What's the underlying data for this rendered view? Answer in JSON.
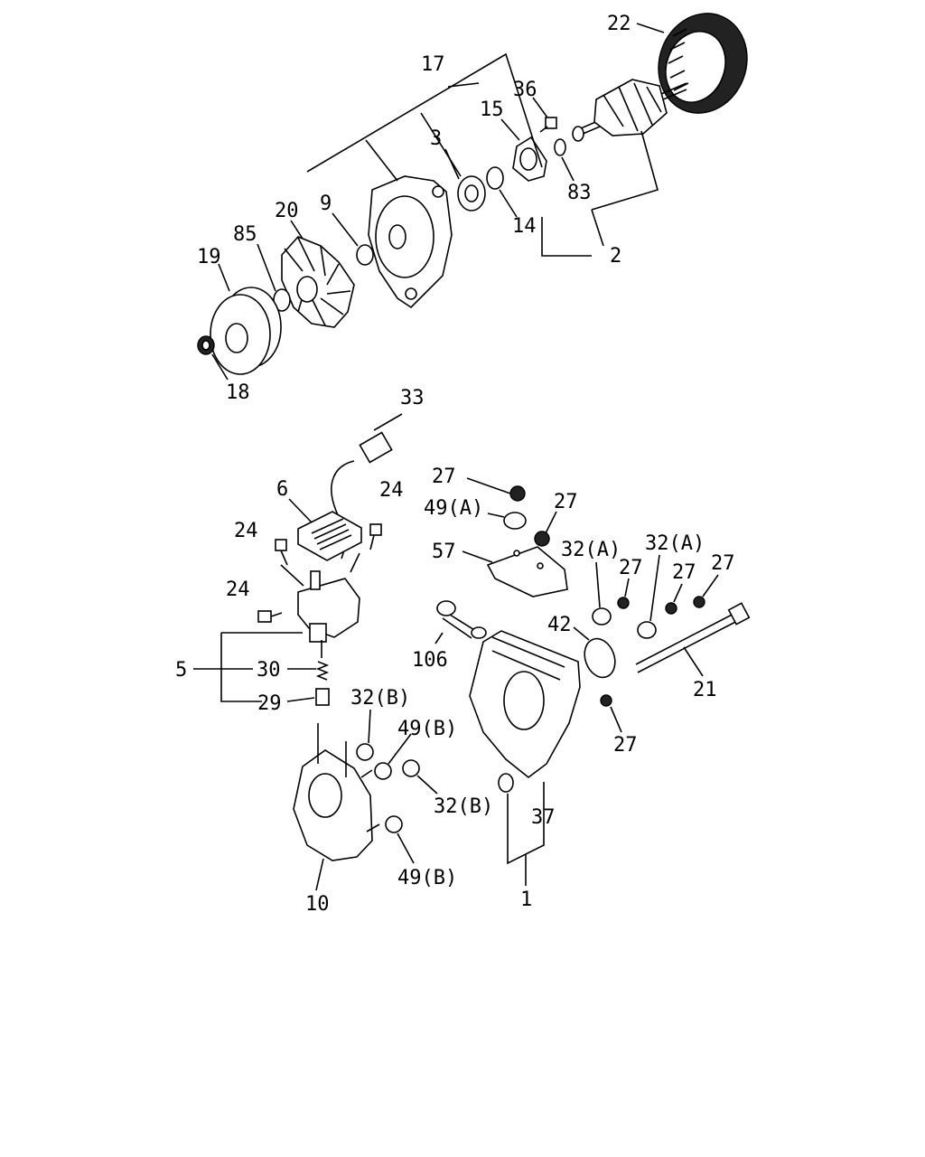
{
  "diagram": {
    "callouts": {
      "c17": "17",
      "c22": "22",
      "c36": "36",
      "c15": "15",
      "c3": "3",
      "c83": "83",
      "c9": "9",
      "c20": "20",
      "c14": "14",
      "c2": "2",
      "c85": "85",
      "c19": "19",
      "c18": "18",
      "c33": "33",
      "c6": "6",
      "c24a": "24",
      "c24b": "24",
      "c24c": "24",
      "c27a": "27",
      "c49a": "49(A)",
      "c27b": "27",
      "c57": "57",
      "c32a1": "32(A)",
      "c32a2": "32(A)",
      "c27c": "27",
      "c27d": "27",
      "c27e": "27",
      "c42": "42",
      "c106": "106",
      "c21": "21",
      "c5": "5",
      "c30": "30",
      "c29": "29",
      "c32b1": "32(B)",
      "c49b1": "49(B)",
      "c27f": "27",
      "c32b2": "32(B)",
      "c37": "37",
      "c49b2": "49(B)",
      "c10": "10",
      "c1": "1"
    }
  }
}
